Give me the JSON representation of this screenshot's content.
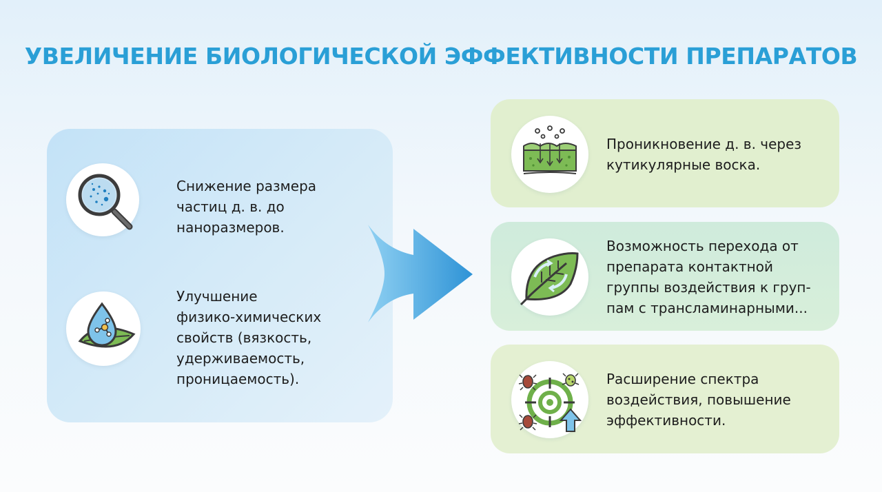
{
  "title": "УВЕЛИЧЕНИЕ БИОЛОГИЧЕСКОЙ ЭФФЕКТИВНОСТИ ПРЕПАРАТОВ",
  "left_items": [
    {
      "icon": "magnifier-particles-icon",
      "lines": [
        "Снижение размера",
        "частиц д. в. до",
        "наноразмеров."
      ]
    },
    {
      "icon": "water-drop-molecule-leaf-icon",
      "lines": [
        "Улучшение",
        "физико-химических",
        "свойств (вязкость,",
        "удерживаемость,",
        "проницаемость)."
      ]
    }
  ],
  "right_items": [
    {
      "icon": "cuticle-penetration-icon",
      "lines": [
        "Проникновение д. в. через",
        "кутикулярные воска."
      ]
    },
    {
      "icon": "leaf-translaminar-icon",
      "lines": [
        "Возможность перехода от",
        "препарата контактной",
        "группы воздействия к груп-",
        "пам с трансламинарными..."
      ]
    },
    {
      "icon": "target-pests-icon",
      "lines": [
        "Расширение спектра",
        "воздействия, повышение",
        "эффективности."
      ]
    }
  ],
  "colors": {
    "title": "#2a9fd6",
    "left_panel": "#c3e2f7",
    "arrow": "#2f9bd8",
    "right_card": "#e1efcf",
    "leaf_green": "#6fb04a"
  }
}
